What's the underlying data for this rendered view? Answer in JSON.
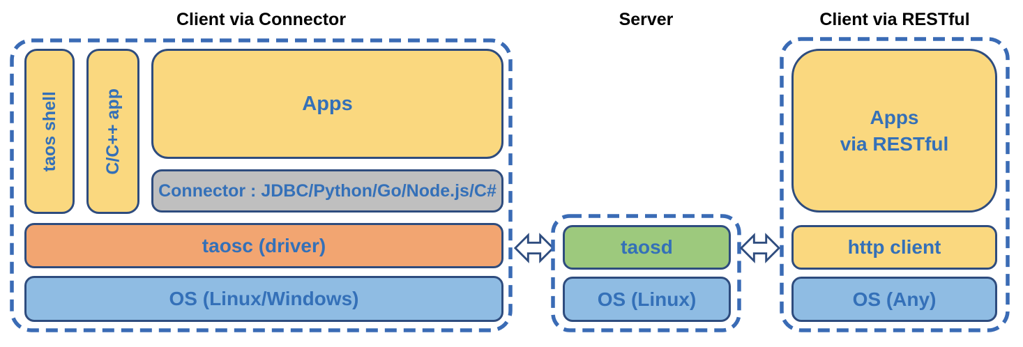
{
  "sections": {
    "client_connector": {
      "title": "Client via Connector",
      "taos_shell": "taos shell",
      "cpp_app": "C/C++ app",
      "apps": "Apps",
      "connector": "Connector : JDBC/Python/Go/Node.js/C#",
      "taosc": "taosc (driver)",
      "os": "OS (Linux/Windows)"
    },
    "server": {
      "title": "Server",
      "taosd": "taosd",
      "os": "OS (Linux)"
    },
    "client_restful": {
      "title": "Client via RESTful",
      "apps_line1": "Apps",
      "apps_line2": "via RESTful",
      "http_client": "http client",
      "os": "OS (Any)"
    },
    "icons": {
      "left_arrow": "bidirectional-arrow",
      "right_arrow": "bidirectional-arrow"
    }
  },
  "colors": {
    "box_yellow": "#FAD87F",
    "box_orange": "#F2A571",
    "box_blue": "#8FBCE3",
    "box_green": "#9DC97D",
    "box_gray": "#BFBFBF",
    "dashed_border": "#3A6BB5",
    "box_border": "#2E4C7E",
    "label_text": "#3470B8",
    "title_text": "#000000"
  }
}
